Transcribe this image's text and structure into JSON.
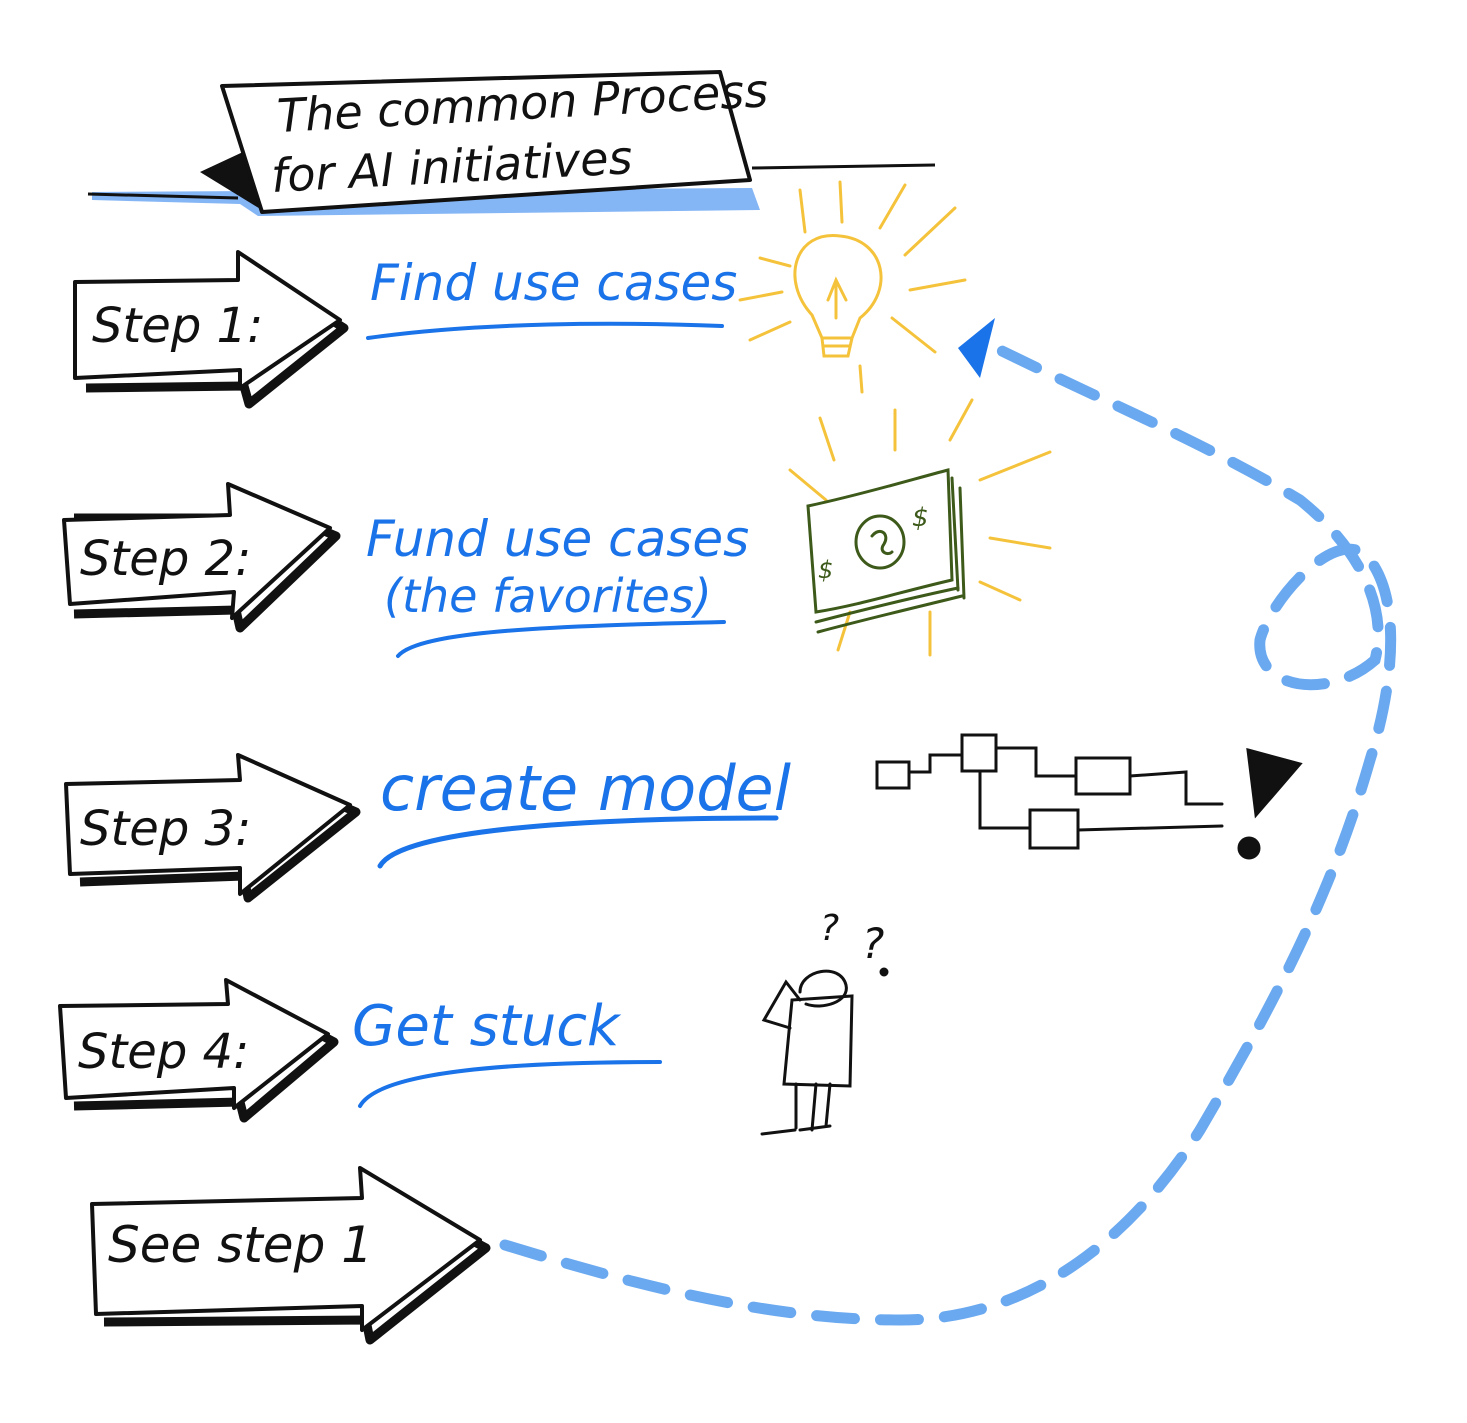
{
  "title": {
    "line1": "The common Process",
    "line2": "for AI initiatives"
  },
  "steps": [
    {
      "arrow_label": "Step 1:",
      "text_lines": [
        "Find use cases"
      ],
      "illustration": "lightbulb-icon"
    },
    {
      "arrow_label": "Step 2:",
      "text_lines": [
        "Fund use cases",
        "(the favorites)"
      ],
      "illustration": "money-icon"
    },
    {
      "arrow_label": "Step 3:",
      "text_lines": [
        "create model"
      ],
      "illustration": "flowchart-icon"
    },
    {
      "arrow_label": "Step 4:",
      "text_lines": [
        "Get stuck"
      ],
      "illustration": "confused-person-icon"
    },
    {
      "arrow_label": "See step 1",
      "text_lines": [],
      "illustration": ""
    }
  ],
  "colors": {
    "ink": "#111111",
    "text_blue": "#1a73e8",
    "dash_blue": "#6aa9f0",
    "highlight_blue": "#5b9cf2",
    "bulb_yellow": "#f5c33b",
    "money_green": "#3d5a1a"
  }
}
